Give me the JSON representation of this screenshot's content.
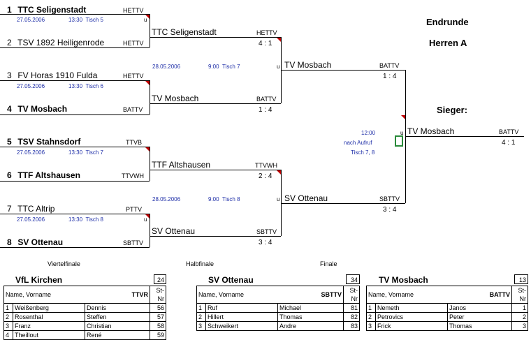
{
  "header": {
    "title": "Endrunde",
    "subtitle": "Herren A",
    "winner_label": "Sieger:"
  },
  "round_labels": {
    "quarter": "Viertelfinale",
    "semi": "Halbfinale",
    "final": "Finale"
  },
  "teams": [
    {
      "seed": "1",
      "name": "TTC Seligenstadt",
      "assoc": "HETTV"
    },
    {
      "seed": "2",
      "name": "TSV 1892 Heiligenrode",
      "assoc": "HETTV"
    },
    {
      "seed": "3",
      "name": "FV Horas 1910 Fulda",
      "assoc": "HETTV"
    },
    {
      "seed": "4",
      "name": "TV Mosbach",
      "assoc": "BATTV"
    },
    {
      "seed": "5",
      "name": "TSV Stahnsdorf",
      "assoc": "TTVB"
    },
    {
      "seed": "6",
      "name": "TTF Altshausen",
      "assoc": "TTVWH"
    },
    {
      "seed": "7",
      "name": "TTC Altrip",
      "assoc": "PTTV"
    },
    {
      "seed": "8",
      "name": "SV Ottenau",
      "assoc": "SBTTV"
    }
  ],
  "qf_schedule": [
    {
      "date": "27.05.2006",
      "time": "13:30",
      "table": "Tisch 5",
      "mark": "u"
    },
    {
      "date": "27.05.2006",
      "time": "13:30",
      "table": "Tisch 6",
      "mark": ""
    },
    {
      "date": "27.05.2006",
      "time": "13:30",
      "table": "Tisch 7",
      "mark": ""
    },
    {
      "date": "27.05.2006",
      "time": "13:30",
      "table": "Tisch 8",
      "mark": "u"
    }
  ],
  "qf_results": [
    {
      "winner": "TTC Seligenstadt",
      "assoc": "HETTV",
      "score": "4 : 1"
    },
    {
      "winner": "TV Mosbach",
      "assoc": "BATTV",
      "score": "1 : 4"
    },
    {
      "winner": "TTF Altshausen",
      "assoc": "TTVWH",
      "score": "2 : 4"
    },
    {
      "winner": "SV Ottenau",
      "assoc": "SBTTV",
      "score": "3 : 4"
    }
  ],
  "sf_schedule": [
    {
      "date": "28.05.2006",
      "time": "9:00",
      "table": "Tisch 7",
      "mark": "u"
    },
    {
      "date": "28.05.2006",
      "time": "9:00",
      "table": "Tisch 8",
      "mark": "u"
    }
  ],
  "sf_results": [
    {
      "winner": "TV Mosbach",
      "assoc": "BATTV",
      "score": "1 : 4"
    },
    {
      "winner": "SV Ottenau",
      "assoc": "SBTTV",
      "score": "3 : 4"
    }
  ],
  "final_schedule": {
    "time": "12:00",
    "note": "nach Aufruf",
    "table": "Tisch 7, 8",
    "mark": "u"
  },
  "final_result": {
    "winner": "TV Mosbach",
    "assoc": "BATTV",
    "score": "4 : 1"
  },
  "rosters": [
    {
      "team": "VfL Kirchen",
      "number": "24",
      "assoc": "TTVR",
      "col_name": "Name, Vorname",
      "col_stnr": "St-Nr",
      "players": [
        {
          "idx": "1",
          "last": "Weißenberg",
          "first": "Dennis",
          "stnr": "56"
        },
        {
          "idx": "2",
          "last": "Rosenthal",
          "first": "Steffen",
          "stnr": "57"
        },
        {
          "idx": "3",
          "last": "Franz",
          "first": "Christian",
          "stnr": "58"
        },
        {
          "idx": "4",
          "last": "Theillout",
          "first": "René",
          "stnr": "59"
        }
      ]
    },
    {
      "team": "SV Ottenau",
      "number": "34",
      "assoc": "SBTTV",
      "col_name": "Name, Vorname",
      "col_stnr": "St-Nr",
      "players": [
        {
          "idx": "1",
          "last": "Ruf",
          "first": "Michael",
          "stnr": "81"
        },
        {
          "idx": "2",
          "last": "Hillert",
          "first": "Thomas",
          "stnr": "82"
        },
        {
          "idx": "3",
          "last": "Schweikert",
          "first": "Andre",
          "stnr": "83"
        }
      ]
    },
    {
      "team": "TV Mosbach",
      "number": "13",
      "assoc": "BATTV",
      "col_name": "Name, Vorname",
      "col_stnr": "St-Nr",
      "players": [
        {
          "idx": "1",
          "last": "Nemeth",
          "first": "Janos",
          "stnr": "1"
        },
        {
          "idx": "2",
          "last": "Petrovics",
          "first": "Peter",
          "stnr": "2"
        },
        {
          "idx": "3",
          "last": "Frick",
          "first": "Thomas",
          "stnr": "3"
        }
      ]
    }
  ],
  "colors": {
    "schedule_text": "#1f2fa8",
    "flag": "#c00000",
    "final_box": "#2a8a3a"
  }
}
